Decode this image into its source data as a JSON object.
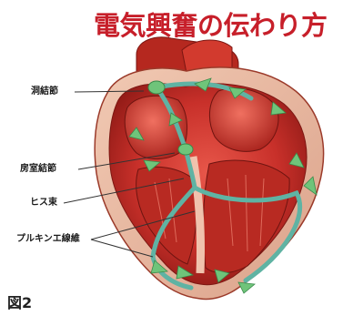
{
  "title": "電気興奮の伝わり方",
  "labels": {
    "sa_node": "洞結節",
    "av_node": "房室結節",
    "his_bundle": "ヒス束",
    "purkinje": "プルキンエ線維"
  },
  "figure_label": "図2",
  "colors": {
    "title": "#c71f2a",
    "muscle": "#c8302a",
    "muscle_light": "#e06a55",
    "conduction": "#5fb3a3",
    "arrow": "#6fc47a",
    "wall": "#e9b8a0"
  }
}
